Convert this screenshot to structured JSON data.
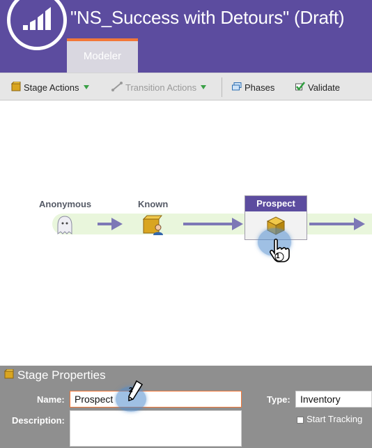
{
  "header": {
    "title": "\"NS_Success with Detours\" (Draft)",
    "logo_icon": "marketo-logo-icon",
    "bg_color": "#5c4c9f"
  },
  "tabs": [
    {
      "label": "Modeler",
      "active": true,
      "accent": "#f27738"
    }
  ],
  "toolbar": {
    "stage_actions": "Stage Actions",
    "transition_actions": "Transition Actions",
    "phases": "Phases",
    "validate": "Validate"
  },
  "stages": [
    {
      "name": "Anonymous",
      "icon": "ghost-icon"
    },
    {
      "name": "Known",
      "icon": "person-box-icon"
    },
    {
      "name": "Prospect",
      "icon": "box-icon",
      "selected": true
    }
  ],
  "callouts": [
    {
      "number": "1",
      "target": "Prospect stage"
    },
    {
      "number": "2",
      "target": "Name field"
    }
  ],
  "stage_properties": {
    "title": "Stage Properties",
    "name_label": "Name:",
    "name_value": "Prospect",
    "description_label": "Description:",
    "description_value": "",
    "type_label": "Type:",
    "type_value": "Inventory",
    "start_tracking_label": "Start Tracking",
    "start_tracking_checked": false
  }
}
